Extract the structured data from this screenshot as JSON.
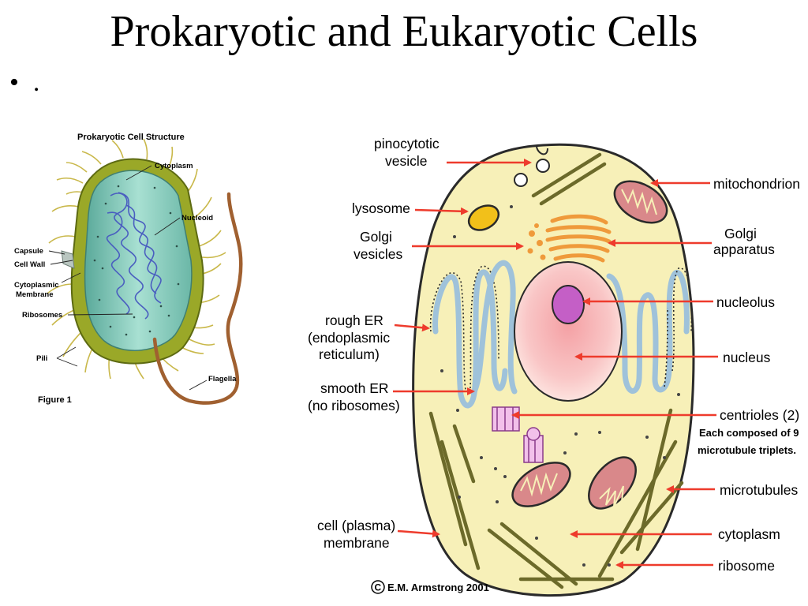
{
  "slide": {
    "title": "Prokaryotic and Eukaryotic Cells",
    "bullet_marker": "•",
    "bullet_text": "."
  },
  "prokaryote": {
    "title": "Prokaryotic Cell Structure",
    "figure_label": "Figure 1",
    "labels": {
      "cytoplasm": "Cytoplasm",
      "nucleoid": "Nucleoid",
      "capsule": "Capsule",
      "cell_wall": "Cell Wall",
      "membrane_1": "Cytoplasmic",
      "membrane_2": "Membrane",
      "ribosomes": "Ribosomes",
      "pili": "Pili",
      "flagella": "Flagella"
    }
  },
  "eukaryote": {
    "labels": {
      "pinocytotic_1": "pinocytotic",
      "pinocytotic_2": "vesicle",
      "lysosome": "lysosome",
      "golgi_vesicles_1": "Golgi",
      "golgi_vesicles_2": "vesicles",
      "rough_er_1": "rough ER",
      "rough_er_2": "(endoplasmic",
      "rough_er_3": "reticulum)",
      "smooth_er_1": "smooth ER",
      "smooth_er_2": "(no ribosomes)",
      "cell_membrane_1": "cell (plasma)",
      "cell_membrane_2": "membrane",
      "mitochondrion": "mitochondrion",
      "golgi_apparatus_1": "Golgi",
      "golgi_apparatus_2": "apparatus",
      "nucleolus": "nucleolus",
      "nucleus": "nucleus",
      "centrioles": "centrioles (2)",
      "centrioles_note_1": "Each composed of 9",
      "centrioles_note_2": "microtubule triplets.",
      "microtubules": "microtubules",
      "cytoplasm": "cytoplasm",
      "ribosome": "ribosome"
    },
    "copyright_symbol": "C",
    "copyright_text": "E.M. Armstrong 2001"
  },
  "colors": {
    "arrow": "#ee3b2c",
    "cell_fill": "#f7f0b8",
    "nucleus_fill": "#f7a8ab",
    "nucleolus_fill": "#c45fc6",
    "er_color": "#9fc2da",
    "golgi_color": "#ef9a3b",
    "mito_fill": "#d9888a",
    "lysosome_fill": "#f2c01a",
    "bacterium_body": "#8fd0c0",
    "bacterium_wall": "#8a9a20",
    "flagellum": "#a06030"
  }
}
